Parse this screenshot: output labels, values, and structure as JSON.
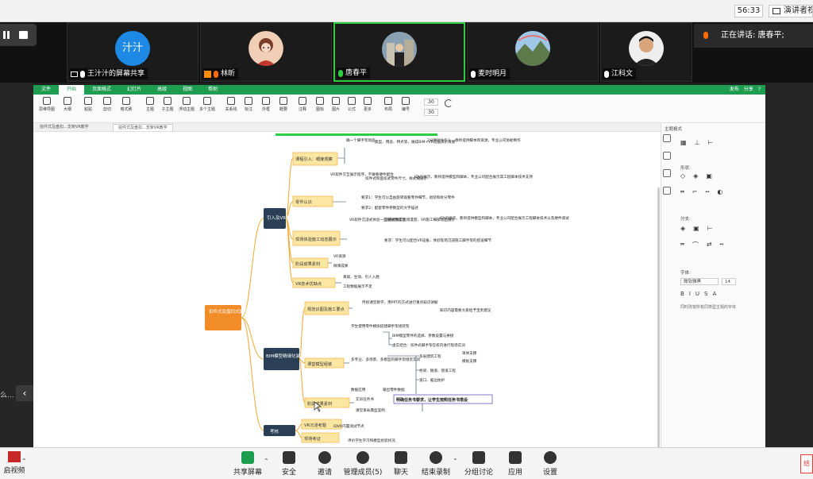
{
  "meeting": {
    "timer": "56:33",
    "speaker_view_label": "演讲者视",
    "speaking_now": "正在讲话: 唐春平;",
    "participants": [
      {
        "name": "王汁汁的屏幕共享",
        "avatar_text": "汁汁",
        "mic": "on"
      },
      {
        "name": "林昕",
        "avatar_text": "",
        "mic": "muted"
      },
      {
        "name": "唐春平",
        "avatar_text": "",
        "mic": "speaking"
      },
      {
        "name": "麦时明月",
        "avatar_text": "",
        "mic": "on"
      },
      {
        "name": "江科文",
        "avatar_text": "",
        "mic": "on"
      }
    ],
    "left_truncated": "么...",
    "left_arrow": "‹"
  },
  "app": {
    "menu": [
      "文件",
      "开始",
      "页面格式",
      "幻灯片",
      "高级",
      "视图",
      "帮助"
    ],
    "menu_active": "开始",
    "menu_right": [
      "发布",
      "分享",
      "?"
    ],
    "tools": [
      "思维导图",
      "大纲",
      "粘贴",
      "剪切",
      "格式刷",
      "主题",
      "子主题",
      "浮动主题",
      "多个主题",
      "关系线",
      "标注",
      "外框",
      "概要",
      "注释",
      "图标",
      "图片",
      "公式",
      "更多",
      "布局",
      "编号",
      "",
      "",
      "",
      ""
    ],
    "tool_numbers": [
      "30",
      "30"
    ],
    "doc_tabs": [
      "拍件式及盘扣...支架VR教学",
      "拍件式及盘扣...支架VR教学"
    ]
  },
  "mindmap": {
    "root": "扣件式及盘扣式脚手架/支架VR教学",
    "branches": [
      {
        "label": "引入及VR展示"
      },
      {
        "label": "BIM模型精细化装配+课堂教学"
      },
      {
        "label": "考核"
      }
    ],
    "l2": {
      "a1": "课程引入：眼度观察",
      "a2": "零件认识",
      "a3": "现场体验施工动态展示",
      "a4": "阶段成果素材",
      "a5": "VR技术优缺点",
      "b1": "规范识图及施工要点",
      "b2": "课堂模型组装",
      "b3": "阶段成果素材",
      "c1": "VR沉浸考题",
      "c2": "现场考证"
    },
    "l3": {
      "a1_1": "确一个脚手架动画",
      "a1_2": "类型、用途、特点等，做成BIM+VR动画演示资源",
      "a1_3": "2分钟短片引入，教师提供脚本和资源，专业公司协助制作",
      "a2_1": "VR软件交互展示程序，不做要硬件配合",
      "a2_2": "扣件式和盘扣式零件尺寸，样式细展示",
      "a2_3": "IDVR展示，教师提供模型和脚本，专业公司配合展示其工程脚本技术支持",
      "a2_4": "要求1：学生可以自由旋转观看零件细节，组装和拆分零件",
      "a2_5": "要求2：配套零件参数型的文字描述",
      "a3_1": "VR软件沉浸式体验一些要硬件配合",
      "a3_2": "沉浸式施工现场漫游，VR施工细部动画展示",
      "a3_3": "IDVR展示，教师提供模型和脚本，专业公司配合展示工程脚本技术以及硬件调试",
      "a3_4": "要求：学生可以配合VR设备，体验现场沉浸施工脚手架的搭设细节",
      "a4_1": "VR资源",
      "a4_2": "微课成果",
      "a5_1": "真观、生动、引人入胜",
      "a5_2": "工程数据展示不足",
      "b1_1": "传统课堂教学，用PPT的方式进行重点知识讲解",
      "b1_2": "知识内容需要大家给予宝贵建议",
      "b2_1": "学生使用零件模拟搭建脚手架组装架",
      "b2_2": "BIM模型零件的选择、参数设置与拼接",
      "b2_3": "虚实结合：扣件式脚手架在校内进行现场实训",
      "b2_4": "多专业、多场景、多模型的脚手架组装实训",
      "b2_5": "多层建筑工程",
      "b2_6": "桥梁、隧道、管道工程",
      "b2_7": "道口、临边防护",
      "b2_8": "单体支撑",
      "b2_9": "模板支撑",
      "b2_10": "数据应用",
      "b2_11": "输出零件数据",
      "b3_1": "实训任务书",
      "b3_2": "明确任务书要求，让学生按照任务书搭设",
      "b3_3": "课堂革命典型案例",
      "c1_1": "IDVR内置测试节点",
      "c2_1": "评价学生学习和模型组装状况"
    }
  },
  "props": {
    "title": "主题格式",
    "shape": "形状:",
    "branch": "分支:",
    "font": "字体:",
    "font_name": "微软雅黑",
    "font_size": "14",
    "note": "同时改变所有同类型主题的字体"
  },
  "bottom": {
    "video": "启视频",
    "share": "共享屏幕",
    "security": "安全",
    "invite": "邀请",
    "members": "管理成员(5)",
    "chat": "聊天",
    "record": "结束录制",
    "groups": "分组讨论",
    "apps": "应用",
    "settings": "设置",
    "end": "结"
  },
  "colors": {
    "accent": "#1e9c50",
    "root": "#f28c28",
    "branch_box": "#2a3f55",
    "l2_fill": "#fbe6a2",
    "connector": "#f0a830"
  }
}
